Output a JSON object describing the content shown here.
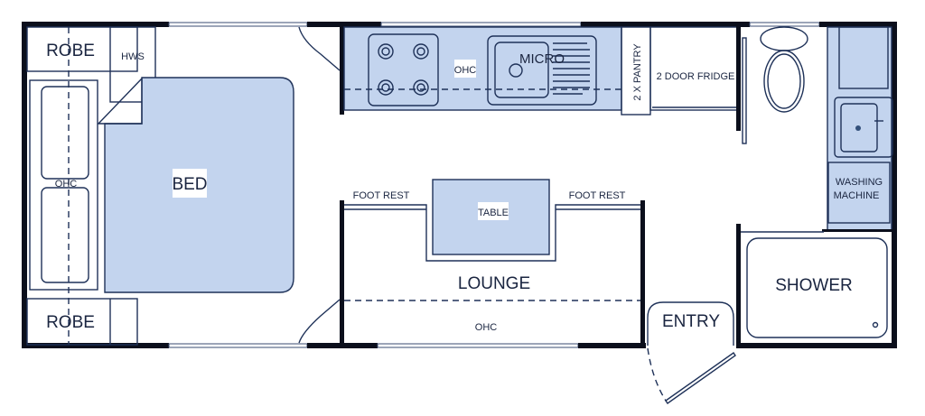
{
  "rooms": {
    "robe_top": "ROBE",
    "robe_bottom": "ROBE",
    "hws": "HWS",
    "ohc_bed": "OHC",
    "bed": "BED",
    "ohc_kitchen": "OHC",
    "micro": "MICRO",
    "pantry": "2 X PANTRY",
    "fridge": "2 DOOR FRIDGE",
    "foot_rest_left": "FOOT REST",
    "foot_rest_right": "FOOT REST",
    "table": "TABLE",
    "lounge": "LOUNGE",
    "ohc_lounge": "OHC",
    "entry": "ENTRY",
    "washing_machine_line1": "WASHING",
    "washing_machine_line2": "MACHINE",
    "shower": "SHOWER"
  },
  "colors": {
    "fill": "#c3d4ee",
    "line": "#1e3158",
    "wall": "#0b0f1c"
  }
}
